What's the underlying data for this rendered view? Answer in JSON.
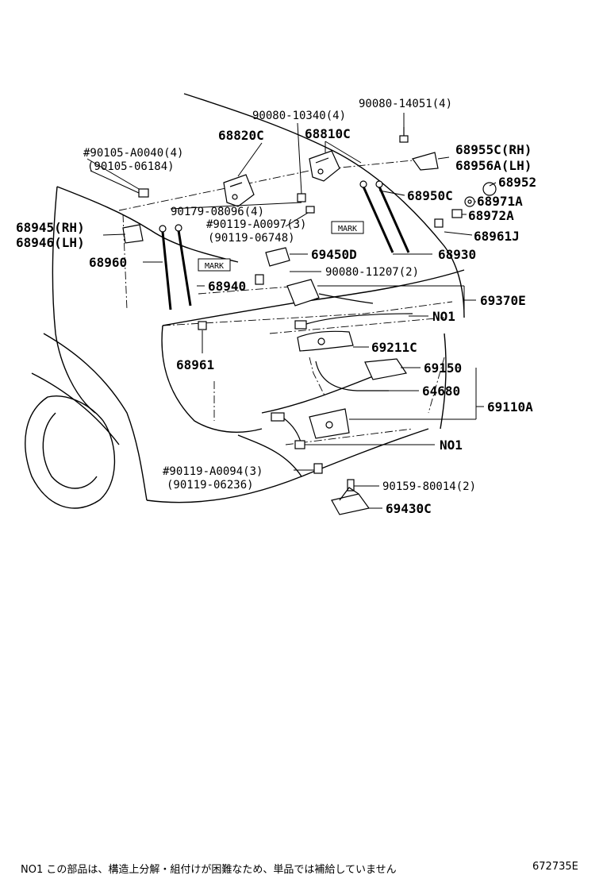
{
  "labels": {
    "p1": "90080-14051(4)",
    "p2": "90080-10340(4)",
    "p3": "68820C",
    "p4": "68810C",
    "p5": "68955C(RH)",
    "p6": "68956A(LH)",
    "p7": "#90105-A0040(4)",
    "p8": "(90105-06184)",
    "p9": "68952",
    "p10": "68950C",
    "p11": "68971A",
    "p12": "90179-08096(4)",
    "p13": "68972A",
    "p14": "68945(RH)",
    "p15": "68946(LH)",
    "p16": "#90119-A0097(3)",
    "p17": "(90119-06748)",
    "p18": "68961J",
    "p19": "68960",
    "p20": "69450D",
    "p21": "68930",
    "p22": "90080-11207(2)",
    "p23": "68940",
    "p24": "69370E",
    "p25": "NO1",
    "p26": "69211C",
    "p27": "68961",
    "p28": "69150",
    "p29": "64680",
    "p30": "69110A",
    "p31": "NO1",
    "p32": "#90119-A0094(3)",
    "p33": "(90119-06236)",
    "p34": "90159-80014(2)",
    "p35": "69430C",
    "mark1": "MARK",
    "mark2": "MARK"
  },
  "footnote": "NO1 この部品は、構造上分解・組付けが困難なため、単品では補給していません",
  "diagram_id": "672735E"
}
